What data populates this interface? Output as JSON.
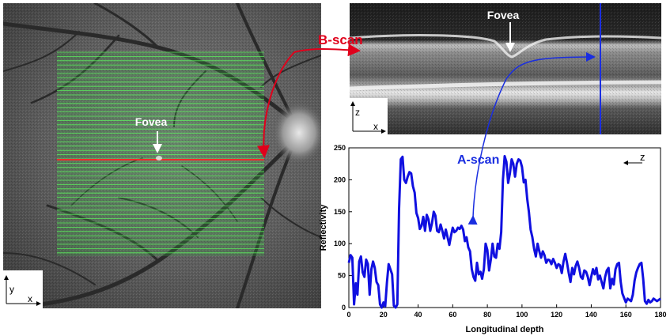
{
  "fundus": {
    "fovea_label": "Fovea",
    "axis_y": "y",
    "axis_x": "x"
  },
  "bscan": {
    "fovea_label": "Fovea",
    "axis_z": "z",
    "axis_x": "x",
    "label": "B-scan"
  },
  "ascan": {
    "label": "A-scan",
    "legend_z": "z"
  },
  "colors": {
    "bscan_arrow": "#e0001b",
    "ascan_arrow": "#1a2ee0",
    "scan_lines": "#5cff5c",
    "selected_line": "#ff2a2a",
    "series": "#1010e0"
  },
  "chart_data": {
    "type": "line",
    "xlabel": "Longitudinal depth",
    "ylabel": "Reflectivity",
    "xlim": [
      0,
      180
    ],
    "ylim": [
      0,
      250
    ],
    "xticks": [
      0,
      20,
      40,
      60,
      80,
      100,
      120,
      140,
      160,
      180
    ],
    "yticks": [
      0,
      50,
      100,
      150,
      200,
      250
    ],
    "x": [
      0,
      1,
      2,
      3,
      4,
      5,
      6,
      7,
      8,
      9,
      10,
      11,
      12,
      13,
      14,
      15,
      16,
      17,
      18,
      19,
      20,
      21,
      22,
      23,
      24,
      25,
      26,
      27,
      28,
      29,
      30,
      31,
      32,
      33,
      34,
      35,
      36,
      37,
      38,
      39,
      40,
      41,
      42,
      43,
      44,
      45,
      46,
      47,
      48,
      49,
      50,
      51,
      52,
      53,
      54,
      55,
      56,
      57,
      58,
      59,
      60,
      61,
      62,
      63,
      64,
      65,
      66,
      67,
      68,
      69,
      70,
      71,
      72,
      73,
      74,
      75,
      76,
      77,
      78,
      79,
      80,
      81,
      82,
      83,
      84,
      85,
      86,
      87,
      88,
      89,
      90,
      91,
      92,
      93,
      94,
      95,
      96,
      97,
      98,
      99,
      100,
      101,
      102,
      103,
      104,
      105,
      106,
      107,
      108,
      109,
      110,
      111,
      112,
      113,
      114,
      115,
      116,
      117,
      118,
      119,
      120,
      121,
      122,
      123,
      124,
      125,
      126,
      127,
      128,
      129,
      130,
      131,
      132,
      133,
      134,
      135,
      136,
      137,
      138,
      139,
      140,
      141,
      142,
      143,
      144,
      145,
      146,
      147,
      148,
      149,
      150,
      151,
      152,
      153,
      154,
      155,
      156,
      157,
      158,
      159,
      160,
      161,
      162,
      163,
      164,
      165,
      166,
      167,
      168,
      169,
      170,
      171,
      172,
      173,
      174,
      175,
      176,
      177,
      178,
      179,
      180
    ],
    "y": [
      70,
      82,
      78,
      5,
      38,
      20,
      72,
      80,
      55,
      48,
      75,
      68,
      20,
      60,
      72,
      62,
      40,
      35,
      5,
      0,
      8,
      2,
      40,
      68,
      60,
      52,
      3,
      0,
      5,
      155,
      232,
      236,
      200,
      195,
      205,
      212,
      210,
      190,
      180,
      148,
      140,
      123,
      128,
      142,
      120,
      145,
      138,
      120,
      132,
      150,
      144,
      120,
      118,
      130,
      120,
      108,
      122,
      110,
      98,
      112,
      125,
      118,
      120,
      125,
      123,
      128,
      122,
      104,
      110,
      94,
      88,
      60,
      48,
      42,
      70,
      52,
      56,
      45,
      60,
      100,
      90,
      58,
      75,
      100,
      80,
      78,
      100,
      92,
      118,
      200,
      237,
      228,
      195,
      210,
      232,
      225,
      205,
      225,
      232,
      230,
      220,
      196,
      200,
      170,
      150,
      122,
      110,
      92,
      80,
      100,
      88,
      78,
      88,
      82,
      70,
      75,
      74,
      68,
      76,
      70,
      62,
      68,
      66,
      54,
      72,
      84,
      70,
      54,
      40,
      62,
      52,
      65,
      72,
      62,
      48,
      45,
      58,
      56,
      48,
      35,
      48,
      60,
      52,
      62,
      44,
      50,
      40,
      30,
      48,
      58,
      62,
      30,
      45,
      36,
      60,
      68,
      70,
      40,
      22,
      15,
      8,
      14,
      12,
      10,
      20,
      42,
      55,
      62,
      68,
      70,
      45,
      10,
      6,
      12,
      8,
      10,
      14,
      12,
      10,
      12,
      14
    ]
  }
}
